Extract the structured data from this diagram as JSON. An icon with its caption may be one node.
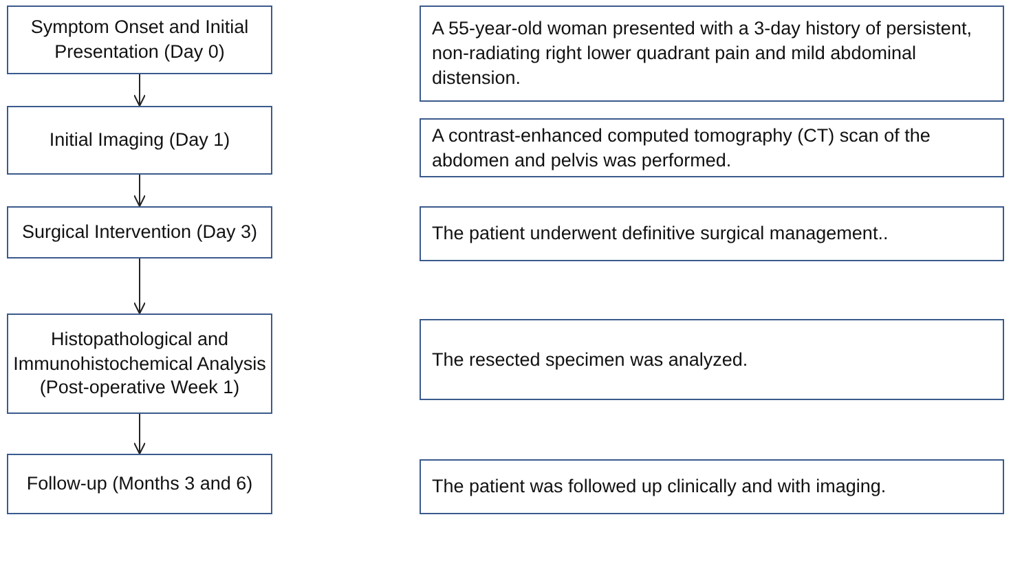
{
  "diagram": {
    "nodes": [
      {
        "text": [
          "Symptom Onset and Initial Presentation (Day 0)"
        ]
      },
      {
        "text": [
          "A 55-year-old woman presented with a 3-day history of persistent, non-radiating right lower quadrant pain and mild abdominal distension."
        ]
      },
      {
        "text": [
          "Initial Imaging (Day 1)"
        ]
      },
      {
        "text": [
          "A contrast-enhanced computed tomography (CT) scan of the abdomen and pelvis was performed."
        ]
      },
      {
        "text": [
          "Surgical Intervention (Day 3)"
        ]
      },
      {
        "text": [
          "The patient underwent definitive surgical management.."
        ]
      },
      {
        "text": [
          "Histopathological and Immunohistochemical Analysis (Post-operative Week 1)"
        ]
      },
      {
        "text": [
          "The resected specimen was analyzed."
        ]
      },
      {
        "text": [
          "Follow-up (Months 3 and 6)"
        ]
      },
      {
        "text": [
          "The patient was followed up clinically and with imaging."
        ]
      }
    ],
    "edges": [
      {
        "from": 0,
        "to": 2,
        "arrow": "to"
      },
      {
        "from": 2,
        "to": 4,
        "arrow": "to"
      },
      {
        "from": 4,
        "to": 6,
        "arrow": "to"
      },
      {
        "from": 6,
        "to": 8,
        "arrow": "to"
      }
    ]
  }
}
